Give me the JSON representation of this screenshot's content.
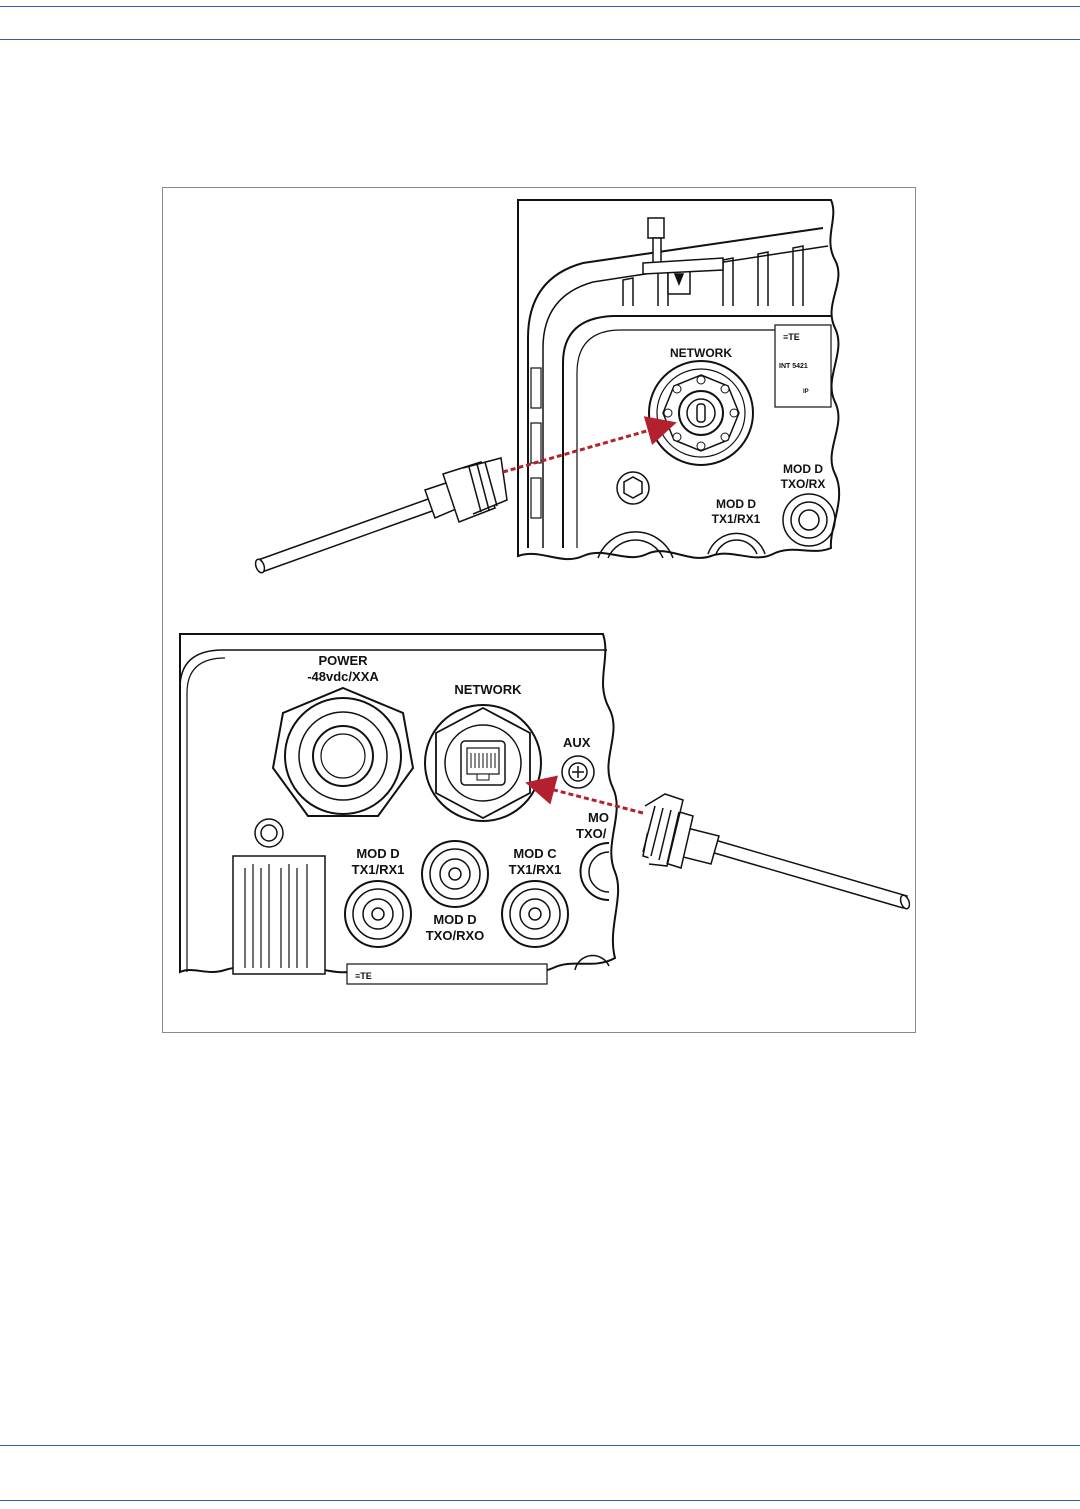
{
  "colors": {
    "rule": "#2d5fa8",
    "arrow": "#b3202e",
    "frame": "#8a8a8a"
  },
  "top_diagram": {
    "network_label": "NETWORK",
    "mod_d_rx0_label": [
      "MOD D",
      "TXO/RX"
    ],
    "mod_d_rx1_label": [
      "MOD D",
      "TX1/RX1"
    ]
  },
  "bottom_diagram": {
    "power_label": [
      "POWER",
      "-48vdc/XXA"
    ],
    "network_label": "NETWORK",
    "aux_label": "AUX",
    "mod_d_rx1_label": [
      "MOD D",
      "TX1/RX1"
    ],
    "mod_d_rx0_label": [
      "MOD D",
      "TXO/RXO"
    ],
    "mod_c_rx1_label": [
      "MOD C",
      "TX1/RX1"
    ],
    "mod_cut_label": [
      "MO",
      "TXO/"
    ]
  }
}
